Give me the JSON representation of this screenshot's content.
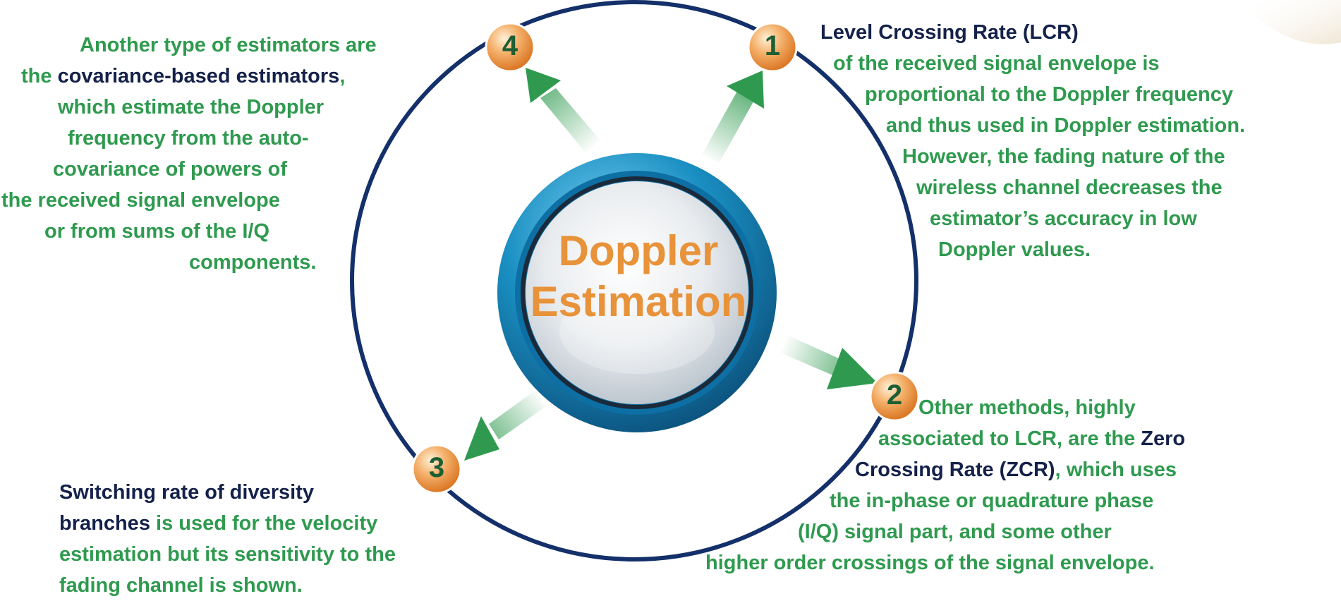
{
  "diagram": {
    "center": {
      "line1": "Doppler",
      "line2": "Estimation"
    },
    "colors": {
      "ring": "#14306a",
      "text_green": "#2f9a4f",
      "text_dark": "#14214a",
      "center_title": "#e8923a",
      "badge": "#e8923a",
      "arrow": "#2f9a4f",
      "button_outer": "#1a8fc2"
    },
    "badges": [
      "1",
      "2",
      "3",
      "4"
    ],
    "panel_1": {
      "title": "Level Crossing Rate (LCR)",
      "lines": [
        "of the received signal envelope is",
        "proportional to the Doppler frequency",
        "and thus used in Doppler estimation.",
        "However, the fading nature of the",
        "wireless channel decreases the",
        "estimator’s accuracy in low",
        "Doppler values."
      ]
    },
    "panel_2": {
      "line1": "Other methods, highly",
      "line2_a": "associated to LCR, are the ",
      "line2_b": "Zero",
      "line3_a": "Crossing Rate (ZCR)",
      "line3_b": ", which uses",
      "line4": "the in-phase or quadrature phase",
      "line5": "(I/Q) signal part, and some other",
      "line6": "higher order crossings of the signal envelope."
    },
    "panel_3": {
      "line1": "Switching rate of diversity",
      "line2_a": "branches",
      "line2_b": " is used for the velocity",
      "line3": "estimation but its sensitivity to the",
      "line4": "fading channel is shown."
    },
    "panel_4": {
      "line1": "Another type of estimators are",
      "line2_a": "the ",
      "line2_b": "covariance-based estimators",
      "line2_c": ",",
      "line3": "which estimate the Doppler",
      "line4": "frequency from the auto-",
      "line5": "covariance of powers of",
      "line6": "the received signal envelope",
      "line7": "or from sums of  the I/Q",
      "line8": "components."
    }
  }
}
